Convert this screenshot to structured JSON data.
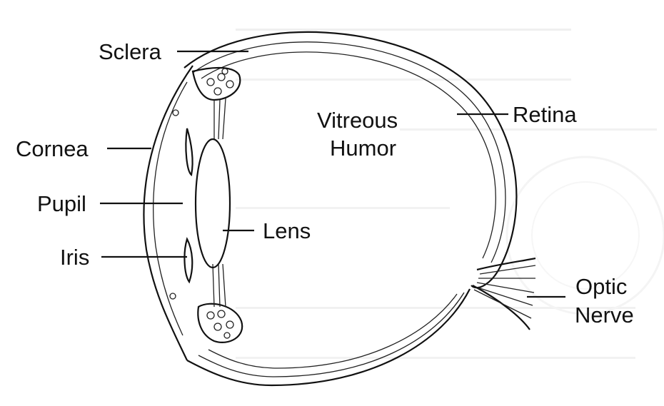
{
  "diagram": {
    "labels": {
      "sclera": "Sclera",
      "cornea": "Cornea",
      "pupil": "Pupil",
      "iris": "Iris",
      "vitreous_line1": "Vitreous",
      "vitreous_line2": "Humor",
      "lens": "Lens",
      "retina": "Retina",
      "optic_line1": "Optic",
      "optic_line2": "Nerve"
    },
    "colors": {
      "ink": "#111111",
      "background": "#ffffff",
      "bleed_through": "#d2d2d2"
    }
  }
}
